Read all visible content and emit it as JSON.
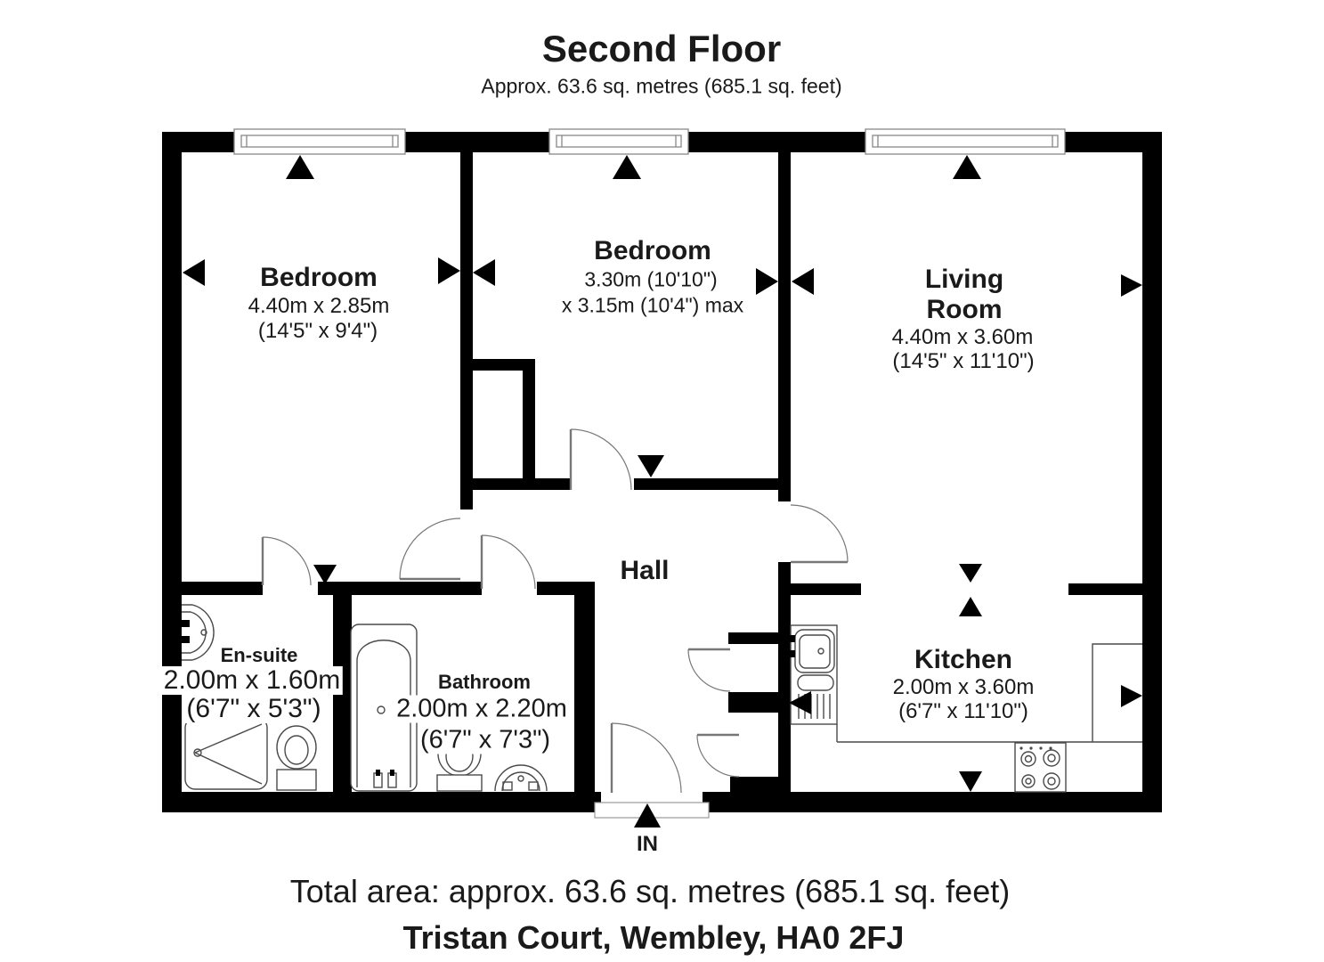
{
  "title": "Second Floor",
  "subtitle": "Approx. 63.6 sq. metres (685.1 sq. feet)",
  "rooms": {
    "bedroom1": {
      "name": "Bedroom",
      "dim_metric": "4.40m x 2.85m",
      "dim_imperial": "(14'5\" x 9'4\")"
    },
    "bedroom2": {
      "name": "Bedroom",
      "dim_line1": "3.30m (10'10\")",
      "dim_line2": "x 3.15m (10'4\") max"
    },
    "living_room": {
      "name_line1": "Living",
      "name_line2": "Room",
      "dim_metric": "4.40m x 3.60m",
      "dim_imperial": "(14'5\" x 11'10\")"
    },
    "ensuite": {
      "name": "En-suite",
      "dim_metric": "2.00m x 1.60m",
      "dim_imperial": "(6'7\" x 5'3\")"
    },
    "bathroom": {
      "name": "Bathroom",
      "dim_metric": "2.00m x 2.20m",
      "dim_imperial": "(6'7\" x 7'3\")"
    },
    "hall": {
      "name": "Hall"
    },
    "kitchen": {
      "name": "Kitchen",
      "dim_metric": "2.00m x 3.60m",
      "dim_imperial": "(6'7\" x 11'10\")"
    }
  },
  "entrance": {
    "label": "IN"
  },
  "footer": {
    "total_area": "Total area: approx. 63.6 sq. metres (685.1 sq. feet)",
    "address": "Tristan Court, Wembley, HA0 2FJ"
  },
  "colors": {
    "wall": "#000000",
    "fixture_line": "#4a4a4a",
    "door_line": "#777777",
    "background": "#ffffff",
    "text": "#1a1a1a"
  }
}
